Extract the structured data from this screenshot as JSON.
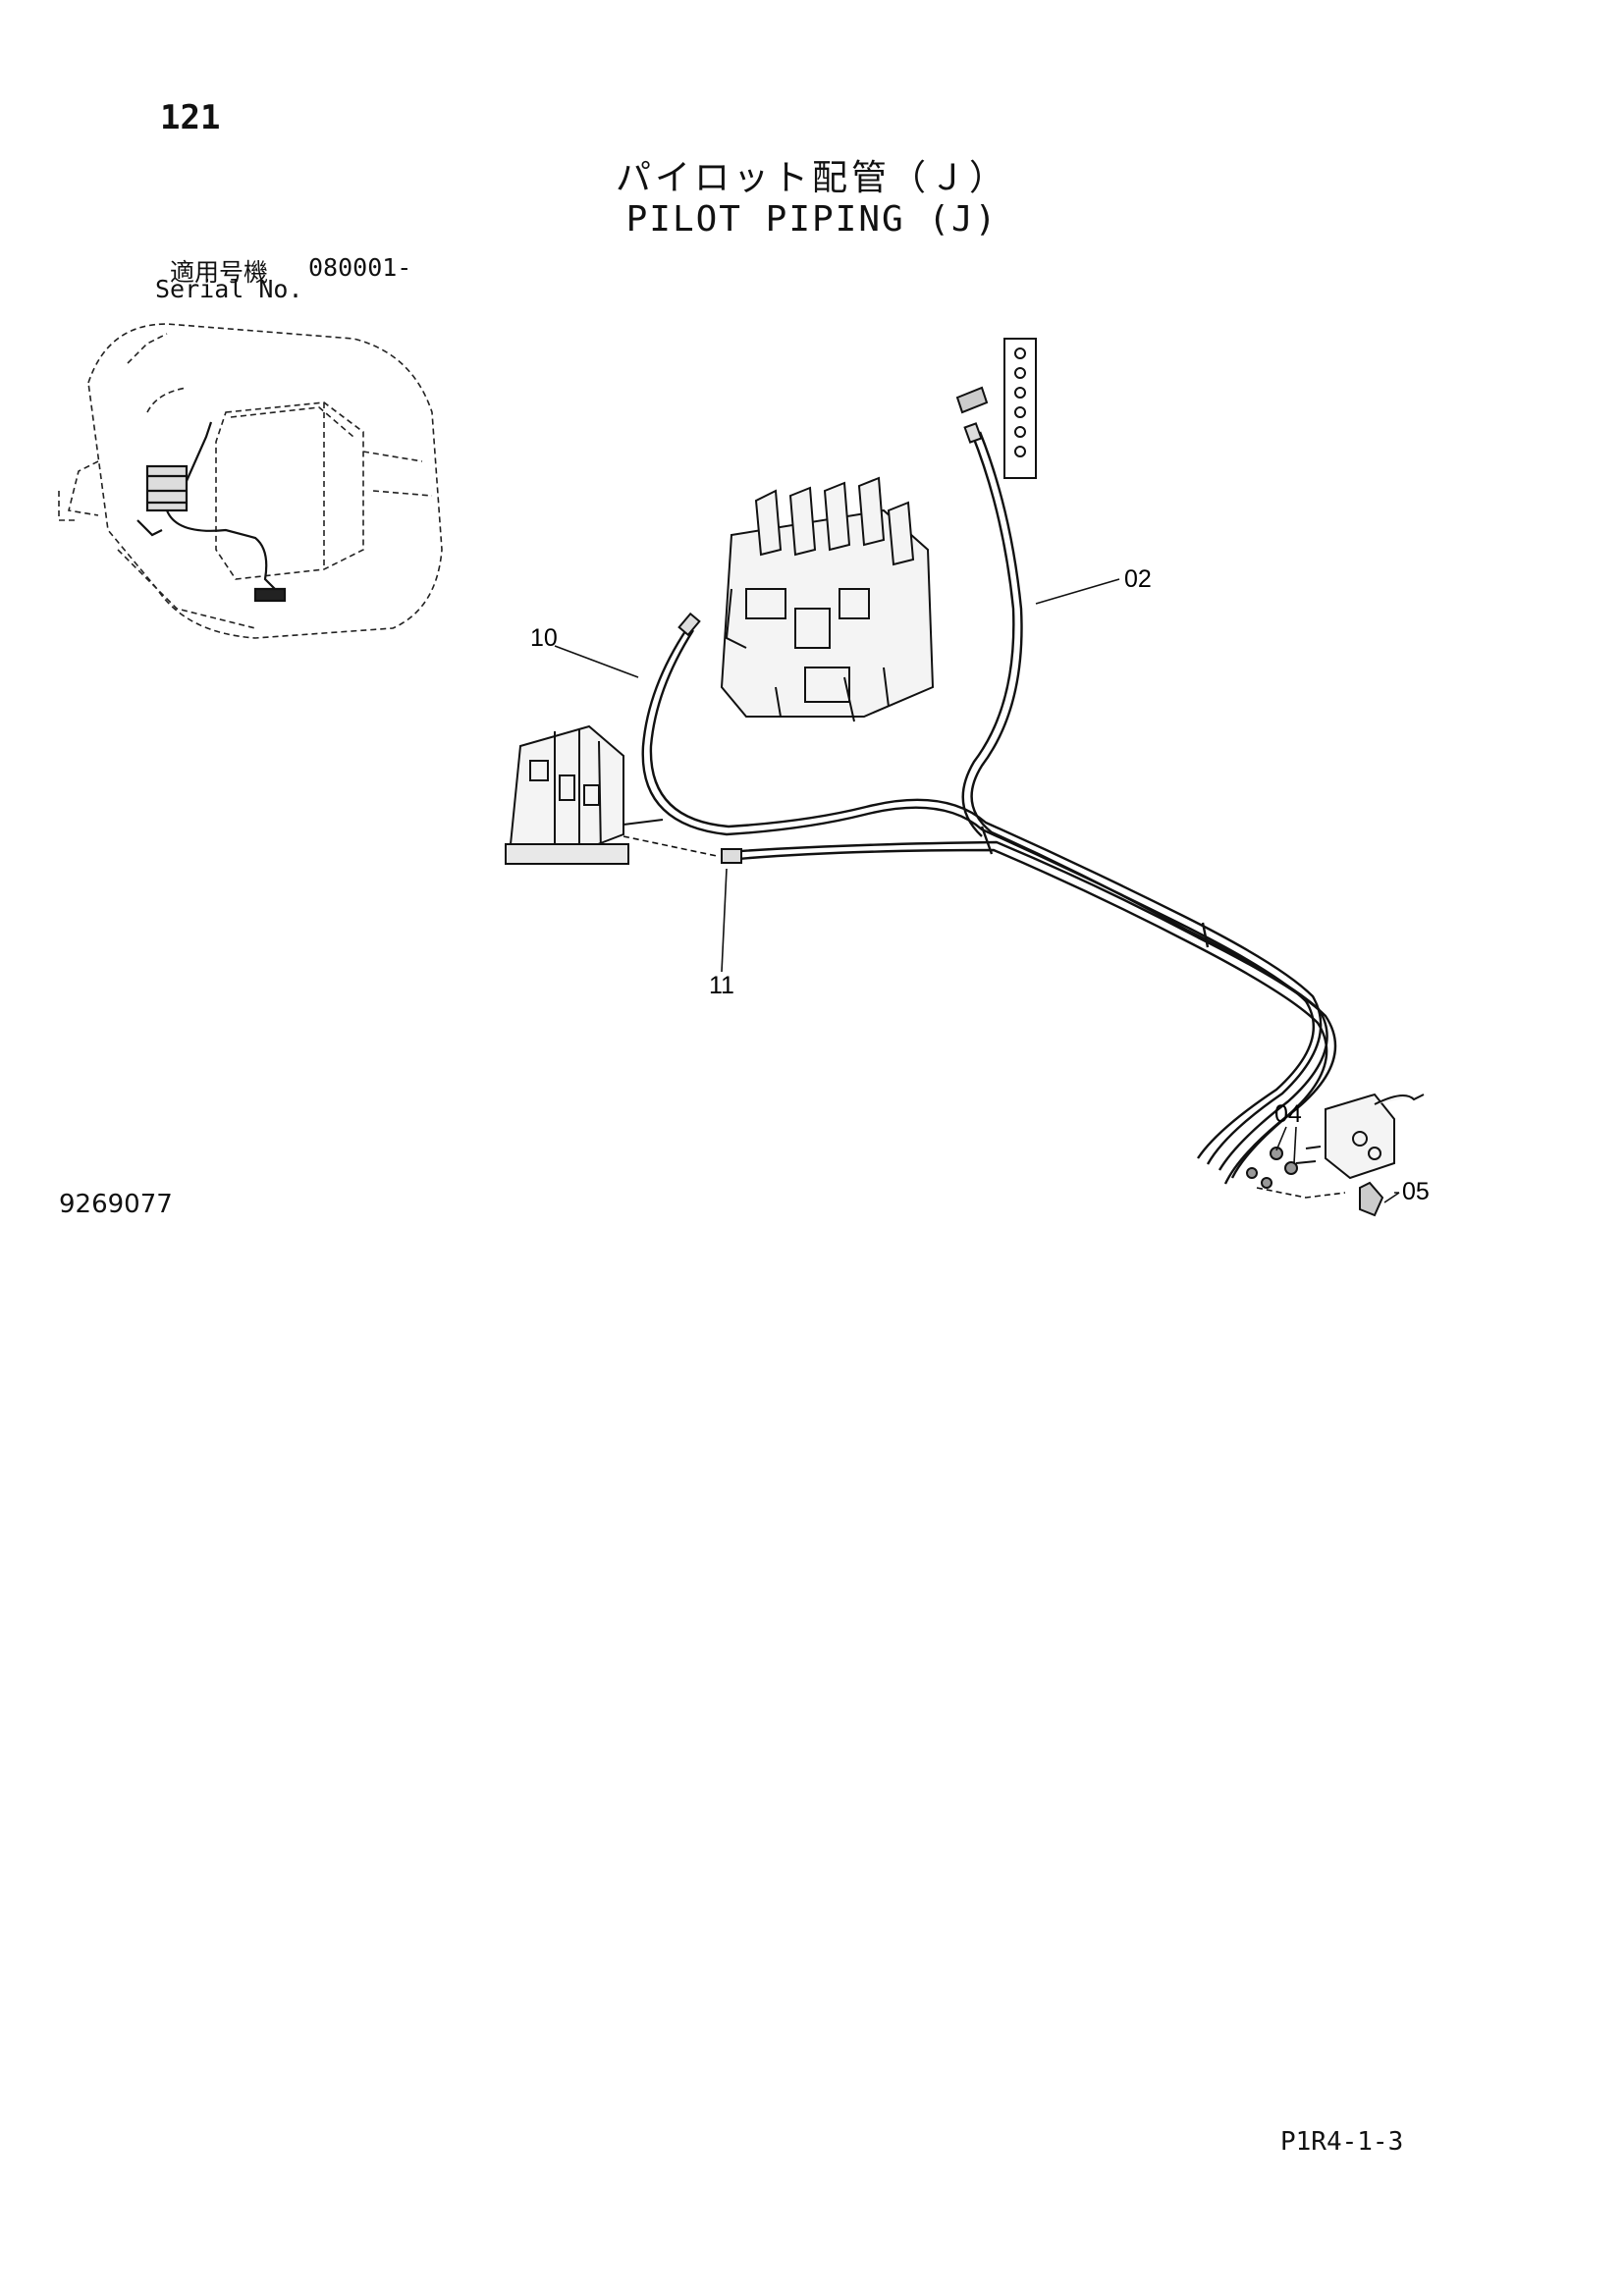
{
  "header": {
    "page_number": "121",
    "title_jp": "パイロット配管（Ｊ）",
    "title_en": "PILOT PIPING (J)"
  },
  "serial": {
    "label_jp": "適用号機",
    "value": "080001-",
    "label_en": "Serial No."
  },
  "callouts": [
    {
      "id": "02",
      "label": "02"
    },
    {
      "id": "04",
      "label": "04"
    },
    {
      "id": "05",
      "label": "05"
    },
    {
      "id": "10",
      "label": "10"
    },
    {
      "id": "11",
      "label": "11"
    }
  ],
  "footer": {
    "drawing_number": "9269077",
    "page_code": "P1R4-1-3"
  }
}
